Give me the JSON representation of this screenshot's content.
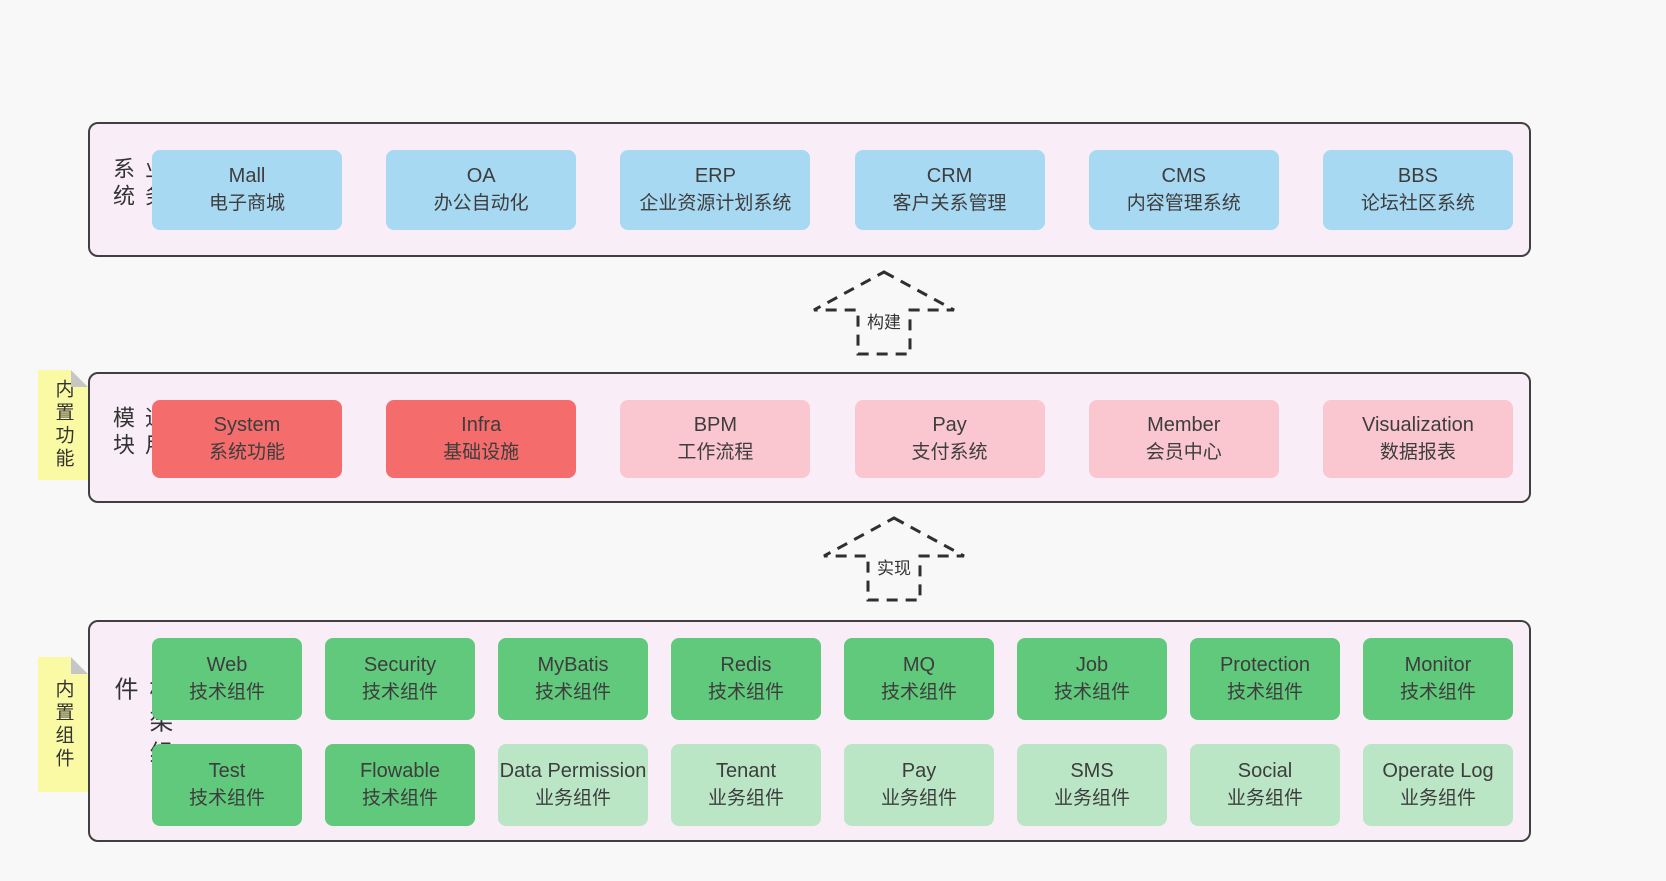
{
  "colors": {
    "page_bg": "#f8f8f8",
    "container_bg": "#f9eef7",
    "container_border": "#404040",
    "business_system_box": "#a8d9f2",
    "core_module_box": "#f56c6c",
    "optional_module_box": "#fac7d0",
    "tech_component_box": "#61c97b",
    "biz_component_box": "#bae6c6",
    "sticky_note": "#fbfaa4"
  },
  "arrows": [
    {
      "label": "构建"
    },
    {
      "label": "实现"
    }
  ],
  "sections": [
    {
      "label": "业务系统",
      "rows": [
        {
          "items": [
            {
              "en": "Mall",
              "zh": "电子商城"
            },
            {
              "en": "OA",
              "zh": "办公自动化"
            },
            {
              "en": "ERP",
              "zh": "企业资源计划系统"
            },
            {
              "en": "CRM",
              "zh": "客户关系管理"
            },
            {
              "en": "CMS",
              "zh": "内容管理系统"
            },
            {
              "en": "BBS",
              "zh": "论坛社区系统"
            }
          ]
        }
      ]
    },
    {
      "label": "通用模块",
      "sticky": "内置功能",
      "rows": [
        {
          "items": [
            {
              "en": "System",
              "zh": "系统功能"
            },
            {
              "en": "Infra",
              "zh": "基础设施"
            },
            {
              "en": "BPM",
              "zh": "工作流程"
            },
            {
              "en": "Pay",
              "zh": "支付系统"
            },
            {
              "en": "Member",
              "zh": "会员中心"
            },
            {
              "en": "Visualization",
              "zh": "数据报表"
            }
          ]
        }
      ]
    },
    {
      "label": "框架组件",
      "sticky": "内置组件",
      "rows": [
        {
          "items": [
            {
              "en": "Web",
              "zh": "技术组件"
            },
            {
              "en": "Security",
              "zh": "技术组件"
            },
            {
              "en": "MyBatis",
              "zh": "技术组件"
            },
            {
              "en": "Redis",
              "zh": "技术组件"
            },
            {
              "en": "MQ",
              "zh": "技术组件"
            },
            {
              "en": "Job",
              "zh": "技术组件"
            },
            {
              "en": "Protection",
              "zh": "技术组件"
            },
            {
              "en": "Monitor",
              "zh": "技术组件"
            }
          ]
        },
        {
          "items": [
            {
              "en": "Test",
              "zh": "技术组件"
            },
            {
              "en": "Flowable",
              "zh": "技术组件"
            },
            {
              "en": "Data Permission",
              "zh": "业务组件"
            },
            {
              "en": "Tenant",
              "zh": "业务组件"
            },
            {
              "en": "Pay",
              "zh": "业务组件"
            },
            {
              "en": "SMS",
              "zh": "业务组件"
            },
            {
              "en": "Social",
              "zh": "业务组件"
            },
            {
              "en": "Operate Log",
              "zh": "业务组件"
            }
          ]
        }
      ]
    }
  ]
}
